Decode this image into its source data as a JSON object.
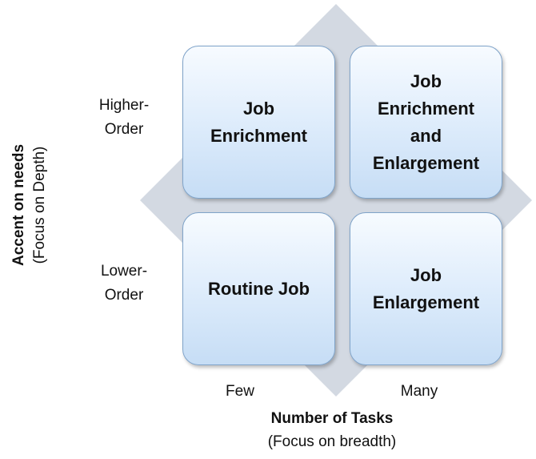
{
  "quadrants": {
    "top_left": "Job\nEnrichment",
    "top_right": "Job\nEnrichment\nand\nEnlargement",
    "bottom_left": "Routine Job",
    "bottom_right": "Job\nEnlargement"
  },
  "row_labels": {
    "higher": "Higher-\nOrder",
    "lower": "Lower-\nOrder"
  },
  "column_labels": {
    "few": "Few",
    "many": "Many"
  },
  "x_axis": {
    "title": "Number of Tasks",
    "subtitle": "(Focus on breadth)"
  },
  "y_axis": {
    "title": "Accent on needs",
    "subtitle": "(Focus on Depth)"
  },
  "colors": {
    "diamond": "#d3d9e2",
    "box_border": "#7fa3c9",
    "box_fill_top": "#f7fbff",
    "box_fill_bottom": "#c6ddf5"
  }
}
